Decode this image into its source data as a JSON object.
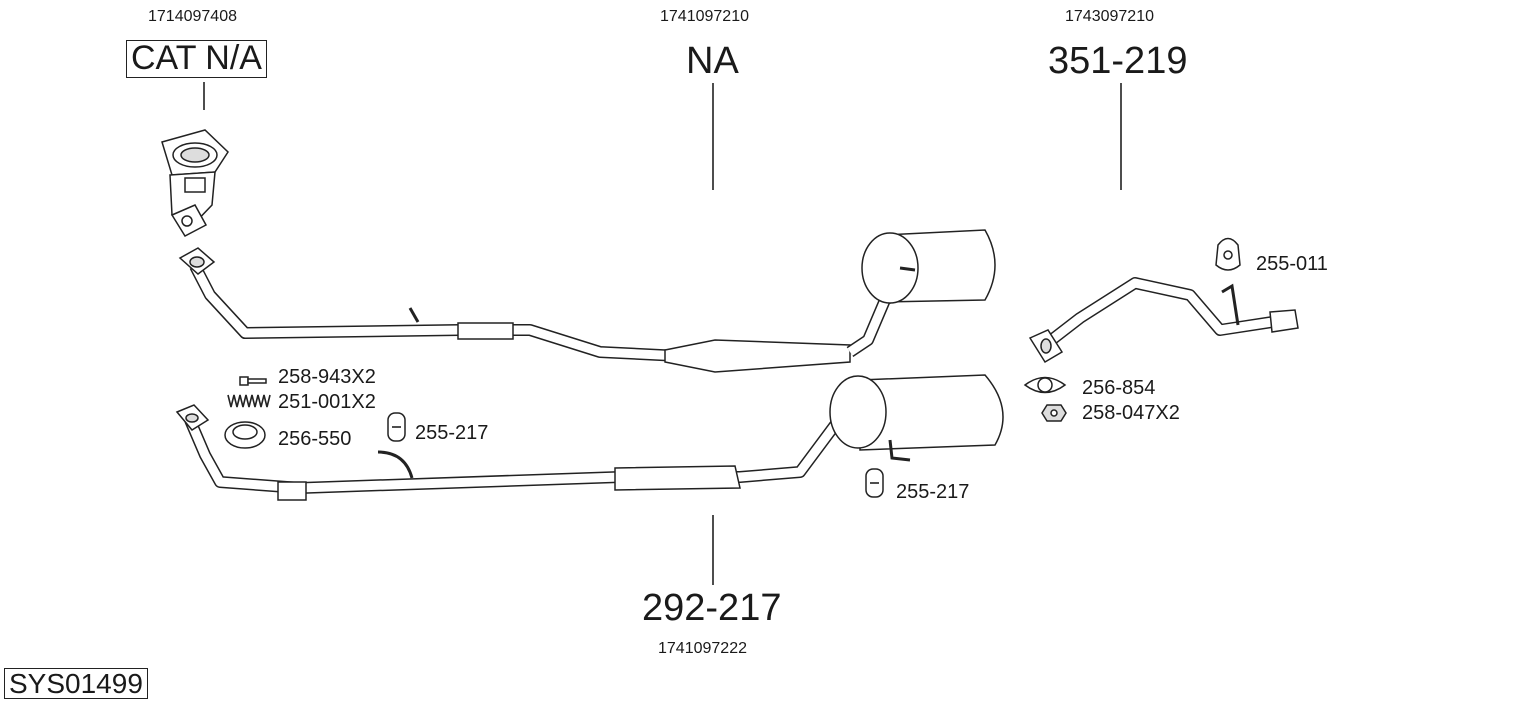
{
  "diagram_id": "SYS01499",
  "assemblies": [
    {
      "oem_number": "1714097408",
      "part_label": "CAT N/A"
    },
    {
      "oem_number": "1741097210",
      "part_label": "NA"
    },
    {
      "oem_number": "1743097210",
      "part_label": "351-219"
    },
    {
      "oem_number": "1741097222",
      "part_label": "292-217"
    }
  ],
  "accessories": [
    {
      "label": "258-943X2",
      "icon": "bolt-icon"
    },
    {
      "label": "251-001X2",
      "icon": "spring-icon"
    },
    {
      "label": "256-550",
      "icon": "sealing-ring-icon"
    },
    {
      "label": "255-217",
      "icon": "rubber-hanger-icon"
    },
    {
      "label": "255-217",
      "icon": "rubber-hanger-icon"
    },
    {
      "label": "255-011",
      "icon": "rubber-hanger-icon"
    },
    {
      "label": "256-854",
      "icon": "gasket-icon"
    },
    {
      "label": "258-047X2",
      "icon": "nut-icon"
    }
  ]
}
